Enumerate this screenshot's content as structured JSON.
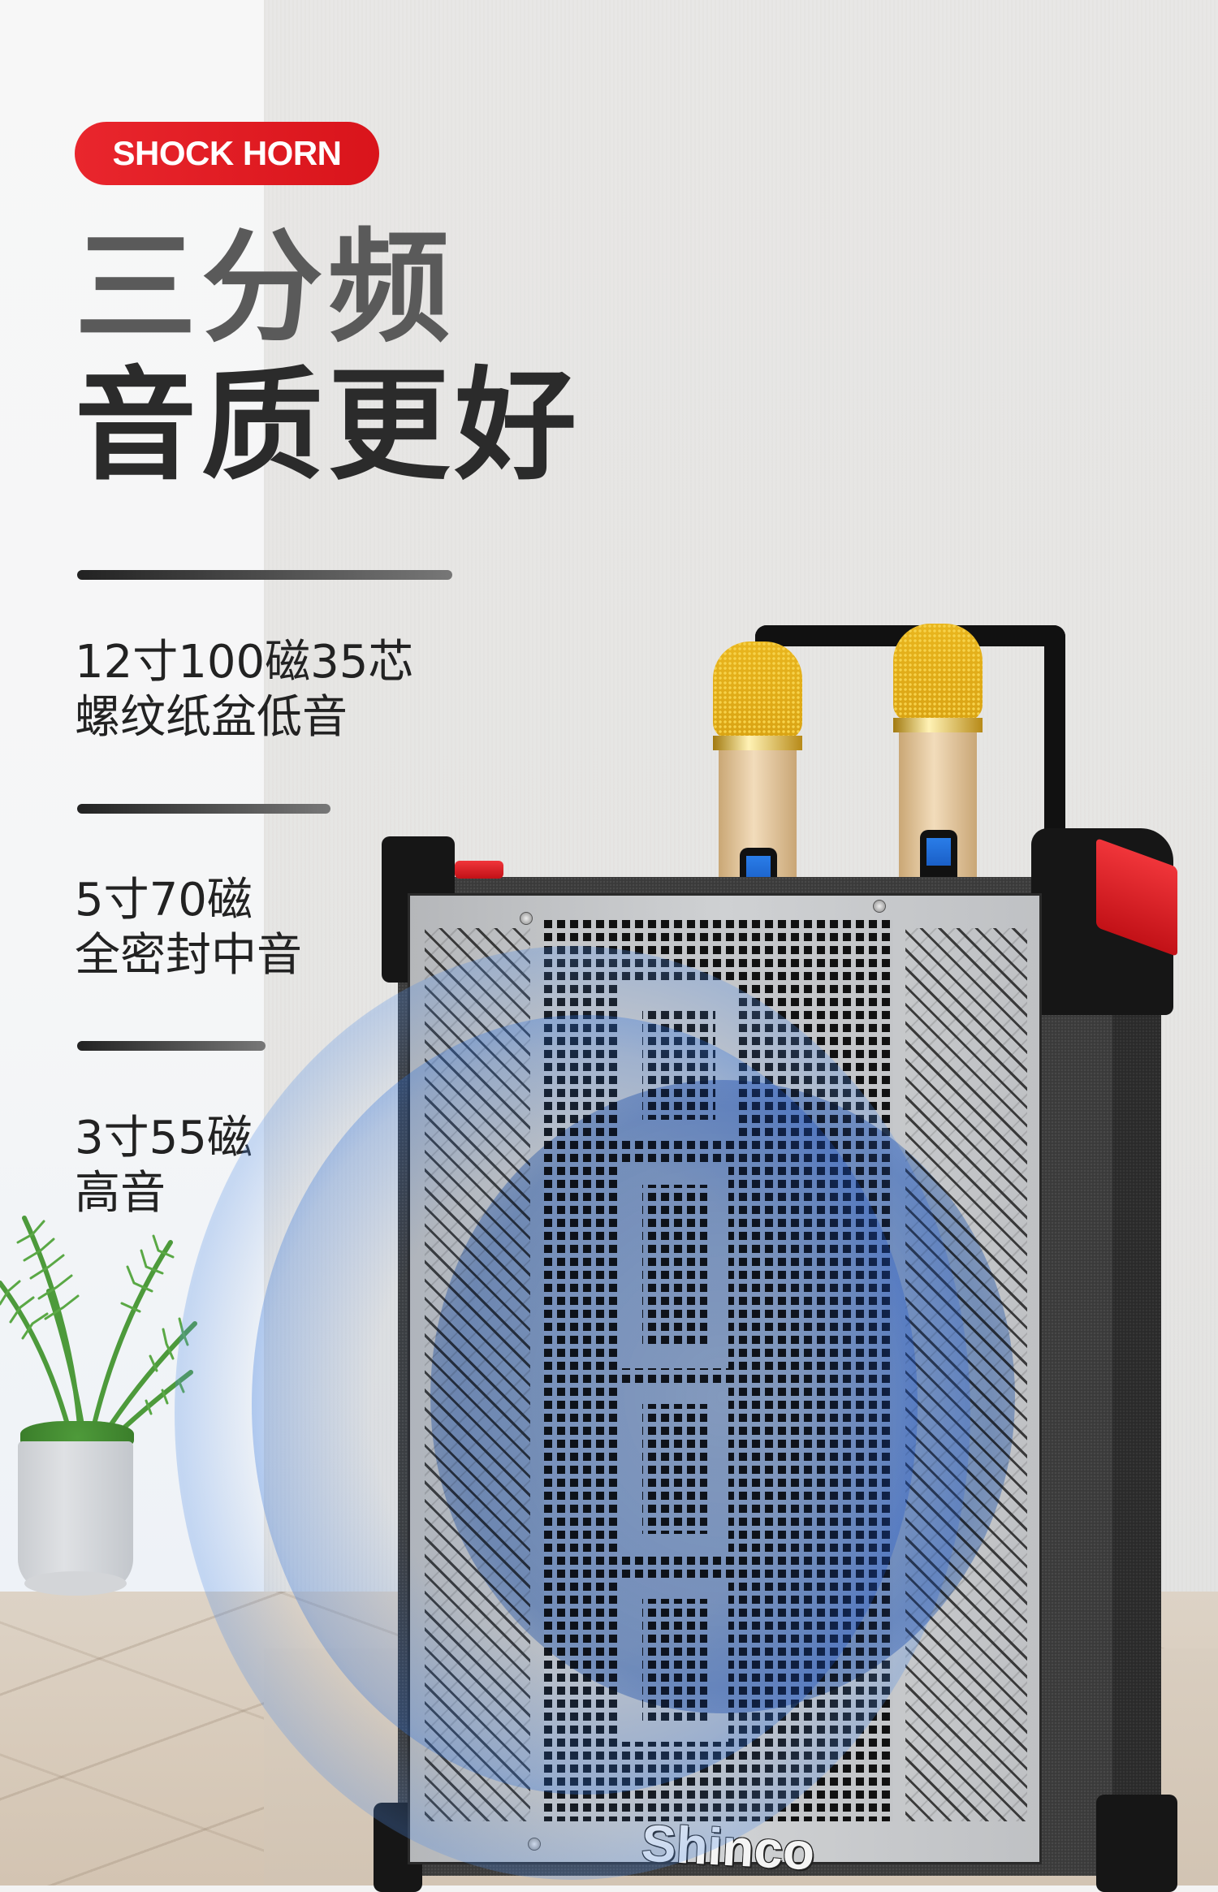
{
  "badge": {
    "label": "SHOCK HORN",
    "color": "#e01b22"
  },
  "headline": {
    "line1": "三分频",
    "line2": "音质更好"
  },
  "specs": [
    {
      "line1": "12寸100磁35芯",
      "line2": "螺纹纸盆低音"
    },
    {
      "line1": "5寸70磁",
      "line2": "全密封中音"
    },
    {
      "line1": "3寸55磁",
      "line2": "高音"
    }
  ],
  "product": {
    "brand": "Shinco",
    "accent_color": "#e8262d",
    "wave_color": "#2f7be0"
  }
}
